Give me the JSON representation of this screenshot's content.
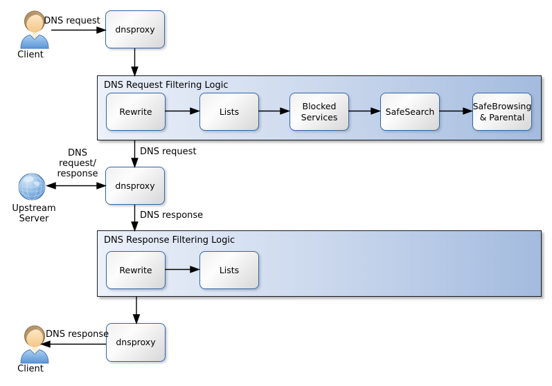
{
  "actors": {
    "client_top": {
      "label": "Client"
    },
    "upstream_server": {
      "label": "Upstream\nServer"
    },
    "client_bottom": {
      "label": "Client"
    }
  },
  "proxy_nodes": {
    "top": {
      "label": "dnsproxy"
    },
    "middle": {
      "label": "dnsproxy"
    },
    "bottom": {
      "label": "dnsproxy"
    }
  },
  "containers": [
    {
      "title": "DNS Request Filtering Logic",
      "nodes": [
        {
          "label": "Rewrite"
        },
        {
          "label": "Lists"
        },
        {
          "label": "Blocked Services"
        },
        {
          "label": "SafeSearch"
        },
        {
          "label": "SafeBrowsing & Parental"
        }
      ]
    },
    {
      "title": "DNS Response Filtering Logic",
      "nodes": [
        {
          "label": "Rewrite"
        },
        {
          "label": "Lists"
        }
      ]
    }
  ],
  "edge_labels": {
    "client_request": "DNS request",
    "request_to_upstream_proxy": "DNS request",
    "upstream_exchange": "DNS\nrequest/\nresponse",
    "response_from_upstream_proxy": "DNS response",
    "response_to_client": "DNS response"
  },
  "icons": {
    "client_top": "person-icon",
    "upstream_server": "globe-icon",
    "client_bottom": "person-icon"
  },
  "colors": {
    "node_border": "#3465a4",
    "node_fill_light": "#fdfdfd",
    "node_fill_dark": "#d7d7d7",
    "container_fill_start": "#ecf1fa",
    "container_fill_end": "#a3bbdf",
    "container_border": "#16191f",
    "arrow": "#000000",
    "background": "#ffffff"
  }
}
